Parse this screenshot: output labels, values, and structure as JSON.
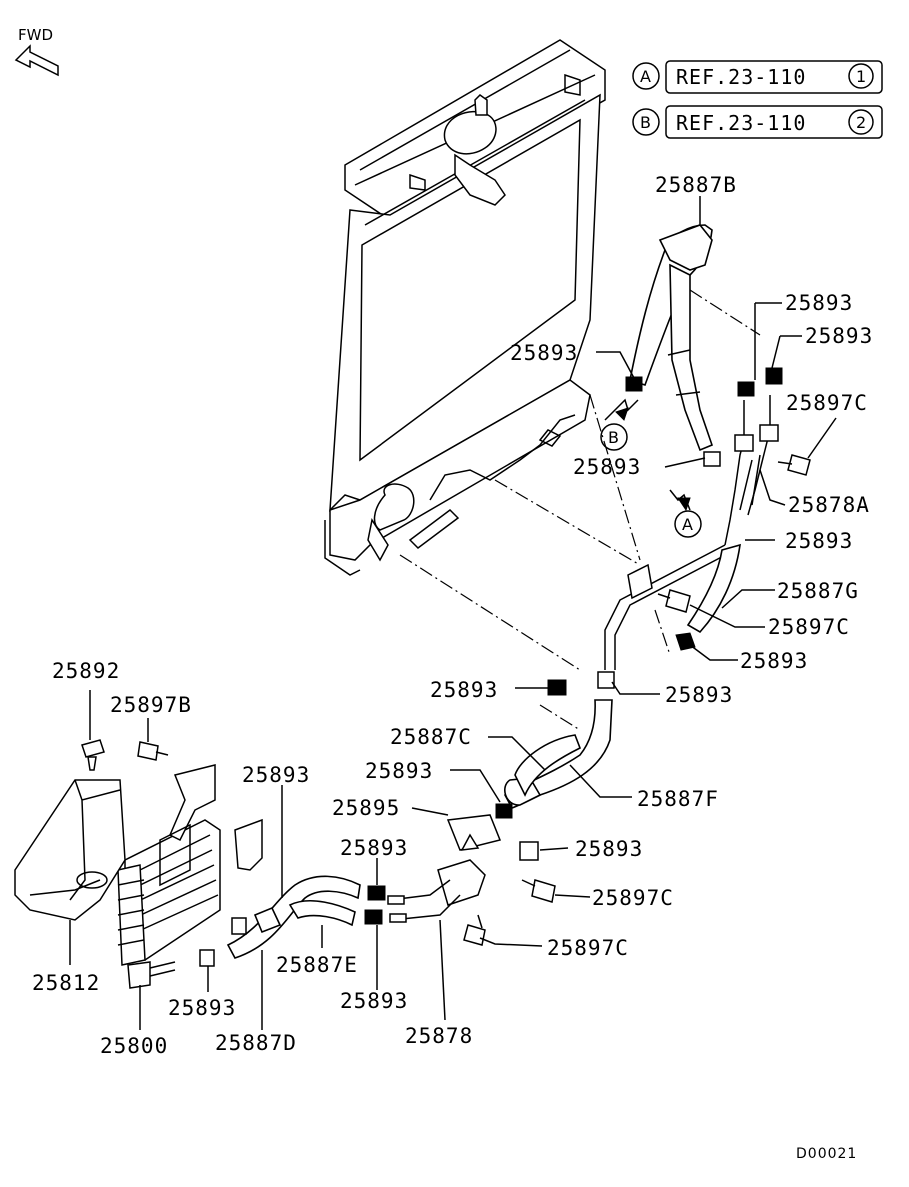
{
  "fwd_label": "FWD",
  "references": [
    {
      "circle": "A",
      "text": "REF.23-110",
      "num": "1"
    },
    {
      "circle": "B",
      "text": "REF.23-110",
      "num": "2"
    }
  ],
  "markers": {
    "a": "A",
    "b": "B"
  },
  "callouts": {
    "c25887B": "25887B",
    "c25893_r1": "25893",
    "c25893_r2": "25893",
    "c25893_left1": "25893",
    "c25897C_r1": "25897C",
    "c25893_mid1": "25893",
    "c25878A": "25878A",
    "c25893_r3": "25893",
    "c25887G": "25887G",
    "c25897C_r2": "25897C",
    "c25893_r4": "25893",
    "c25892": "25892",
    "c25893_m2": "25893",
    "c25893_m3": "25893",
    "c25897B": "25897B",
    "c25887C": "25887C",
    "c25893_m4": "25893",
    "c25887F": "25887F",
    "c25893_l1": "25893",
    "c25895": "25895",
    "c25893_m5": "25893",
    "c25893_m6": "25893",
    "c25897C_r3": "25897C",
    "c25897C_r4": "25897C",
    "c25887E": "25887E",
    "c25893_m7": "25893",
    "c25812": "25812",
    "c25893_b1": "25893",
    "c25878": "25878",
    "c25800": "25800",
    "c25887D": "25887D"
  },
  "diagram_code": "D00021"
}
